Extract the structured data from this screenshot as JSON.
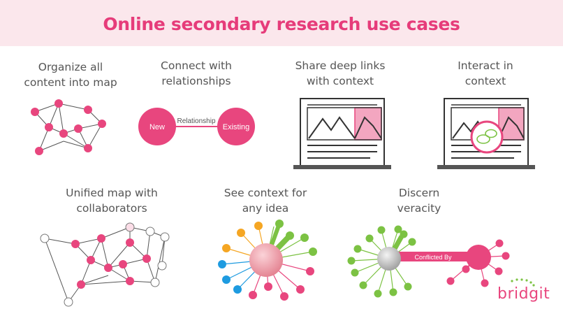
{
  "title": "Online secondary research use cases",
  "captions": [
    {
      "id": "organize",
      "lines": [
        "Organize all",
        "content into map"
      ]
    },
    {
      "id": "connect",
      "lines": [
        "Connect with",
        "relationships"
      ]
    },
    {
      "id": "share",
      "lines": [
        "Share deep links",
        "with context"
      ]
    },
    {
      "id": "interact",
      "lines": [
        "Interact in",
        "context"
      ]
    },
    {
      "id": "unified",
      "lines": [
        "Unified map with",
        "collaborators"
      ]
    },
    {
      "id": "context",
      "lines": [
        "See context for",
        "any idea"
      ]
    },
    {
      "id": "veracity",
      "lines": [
        "Discern",
        "veracity"
      ]
    }
  ],
  "relationship": {
    "source": "New",
    "label": "Relationship",
    "target": "Existing"
  },
  "veracity_link_label": "Conflicted By",
  "brand": "bridgit",
  "colors": {
    "accent": "#e63c7a",
    "banner": "#fbe7ec",
    "text": "#555555",
    "green": "#7cc243",
    "orange": "#f5a623",
    "blue": "#1e9be0"
  }
}
